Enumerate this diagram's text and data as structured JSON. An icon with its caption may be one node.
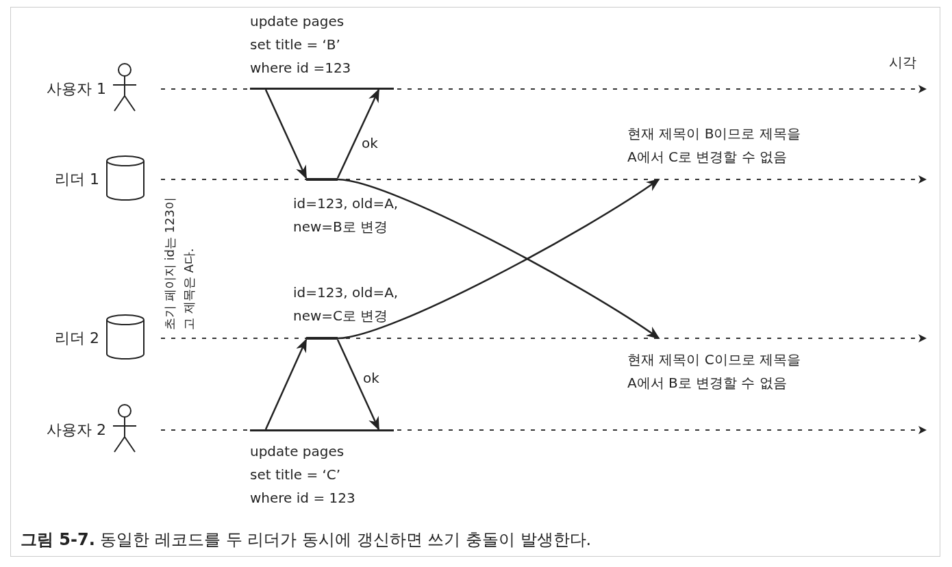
{
  "diagram": {
    "caption": "**그림 5-7.** 동일한 레코드를 두 리더가 동시에 갱신하면 쓰기 충돌이 발생한다.",
    "nodes": [
      {
        "text": [
          "사용자 1"
        ]
      },
      {
        "text": [
          "update pages set title = ‘B’ where id =123"
        ]
      },
      {
        "text": [
          "리더 1"
        ]
      },
      {
        "text": [],
        "shape": "bar"
      },
      {
        "text": [
          "리더 2"
        ]
      },
      {
        "text": [],
        "shape": "bar"
      },
      {
        "text": [
          "사용자 2"
        ]
      },
      {
        "text": [
          "update pages set title = ‘C’ where id = 123"
        ]
      },
      {
        "text": [
          "현재 제목이 B이므로 제목을 A에서 C로 변경할 수 없음"
        ]
      },
      {
        "text": [
          "현재 제목이 C이므로 제목을 A에서 B로 변경할 수 없음"
        ]
      }
    ],
    "edges": [
      {
        "from": 1,
        "to": 3,
        "arrow": "to"
      },
      {
        "from": 3,
        "to": 1,
        "arrow": "to",
        "label": "ok"
      },
      {
        "from": 3,
        "to": 9,
        "arrow": "to",
        "label": "id=123, old=A, new=B로 변경"
      },
      {
        "from": 7,
        "to": 5,
        "arrow": "to"
      },
      {
        "from": 5,
        "to": 7,
        "arrow": "to",
        "label": "ok"
      },
      {
        "from": 5,
        "to": 8,
        "arrow": "to",
        "label": "id=123, old=A, new=C로 변경"
      }
    ],
    "labels": [
      "시각",
      "초기 페이지 id는 123이고 제목은 A다."
    ]
  }
}
